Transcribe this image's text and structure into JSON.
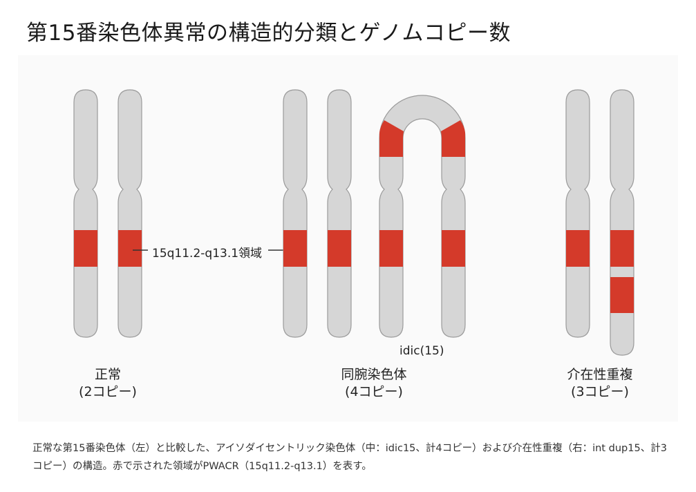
{
  "title": "第15番染色体異常の構造的分類とゲノムコピー数",
  "colors": {
    "chromosome_fill": "#d6d6d6",
    "chromosome_stroke": "#9a9a9a",
    "pwacr_region": "#d43a2a",
    "background_panel": "#fafafa"
  },
  "labels": {
    "region": "15q11.2-q13.1領域",
    "idic": "idic(15)"
  },
  "groups": [
    {
      "name": "正常",
      "copies": "(2コピー)"
    },
    {
      "name": "同腕染色体",
      "copies": "(4コピー)"
    },
    {
      "name": "介在性重複",
      "copies": "(3コピー)"
    }
  ],
  "caption": "正常な第15番染色体（左）と比較した、アイソダイセントリック染色体（中：idic15、計4コピー）および介在性重複（右：int dup15、計3コピー）の構造。赤で示された領域がPWACR（15q11.2-q13.1）を表す。"
}
